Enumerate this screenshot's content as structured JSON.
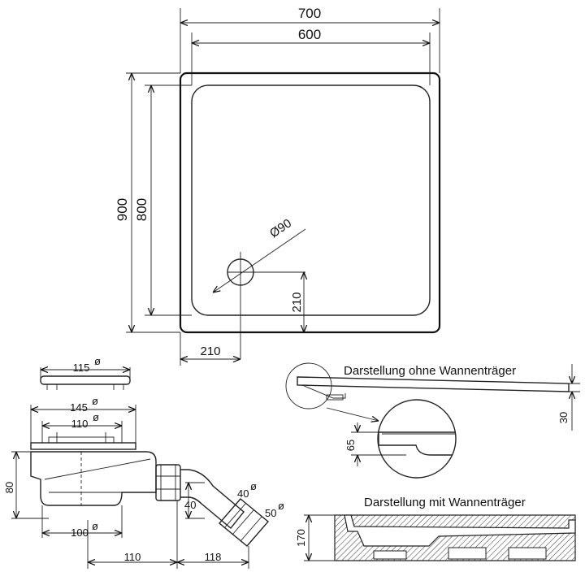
{
  "top_view": {
    "outer_width": "700",
    "inner_width": "600",
    "outer_depth": "900",
    "inner_depth": "800",
    "drain_diameter": "Ø90",
    "drain_offset_y": "210",
    "drain_offset_x": "210"
  },
  "drain_unit": {
    "cover_diameter": "115",
    "flange_diameter": "145",
    "body_diameter": "110",
    "height": "80",
    "drain_bottom": "100",
    "outlet_drop": "40",
    "outlet_inner": "40",
    "outlet_outer": "50",
    "length_a": "110",
    "length_b": "118",
    "diameter_mark": "ø"
  },
  "section_without": {
    "title": "Darstellung ohne Wannenträger",
    "height": "30",
    "detail_height": "65"
  },
  "section_with": {
    "title": "Darstellung mit Wannenträger",
    "height": "170"
  }
}
